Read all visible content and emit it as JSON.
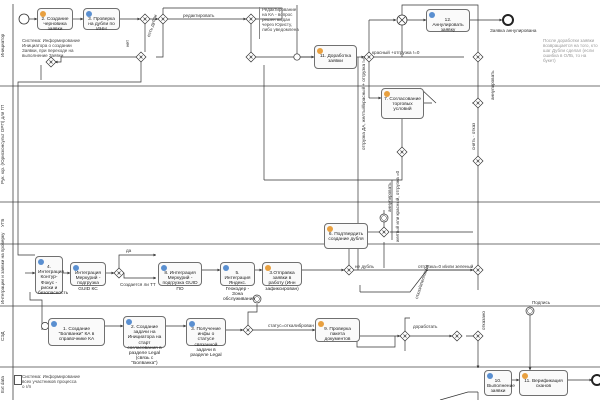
{
  "lanes": [
    {
      "id": "initiator",
      "label": "Инициатор"
    },
    {
      "id": "legal",
      "label": "Рук. юр. (Юрисконсульт ОРП) для ГП"
    },
    {
      "id": "ugb",
      "label": "УГБ"
    },
    {
      "id": "integr",
      "label": "Интеграции и заявки на проверку"
    },
    {
      "id": "sed",
      "label": "СЭД"
    },
    {
      "id": "ext",
      "label": "Ext data"
    }
  ],
  "tasks": [
    {
      "id": "t1",
      "text": "2. Создание черновика заявки",
      "icon": "user"
    },
    {
      "id": "t2",
      "text": "3. Проверка на дубли по ИНН",
      "icon": "svc"
    },
    {
      "id": "t11",
      "text": "11. Доработка заявки",
      "icon": "user"
    },
    {
      "id": "t12",
      "text": "12. Аннулировать заявку",
      "icon": "svc"
    },
    {
      "id": "t7",
      "text": "7. Согласование торговых условий",
      "icon": "user"
    },
    {
      "id": "t6",
      "text": "6. Подтвердить создание дубля",
      "icon": "user"
    },
    {
      "id": "t4",
      "text": "4. Интеграция Контур-Фокус - риски и безопасность",
      "icon": "svc"
    },
    {
      "id": "t4b",
      "text": "Интеграция Меркурий - подгрузка GUID КС",
      "icon": "svc"
    },
    {
      "id": "t8",
      "text": "8. Интеграция Меркурий - подгрузка GUID ПО",
      "icon": "svc"
    },
    {
      "id": "t5",
      "text": "5. Интеграция Яндекс. Геокодер - Зона обслуживания",
      "icon": "svc"
    },
    {
      "id": "t3",
      "text": "3.Отправка заявки в работу (Инн зафиксирован)",
      "icon": "user"
    },
    {
      "id": "t1s",
      "text": "1. Создание \"Болванки\" КА в справочнике КА",
      "icon": "svc"
    },
    {
      "id": "t2s",
      "text": "2. Создание задачи на Инициатора на старт согласования в разделе Legal (связь с \"Болванка\")",
      "icon": "svc"
    },
    {
      "id": "t3s",
      "text": "3. Получение инфы о статусе связанной задачи в разделе Legal",
      "icon": "svc"
    },
    {
      "id": "t9",
      "text": "9. Проверка пакета документов",
      "icon": "user"
    },
    {
      "id": "t10",
      "text": "10. Выполнение заявки",
      "icon": "svc"
    },
    {
      "id": "t11b",
      "text": "11. Верификация сканов",
      "icon": "user"
    }
  ],
  "notes": [
    {
      "id": "n_init",
      "text": "Система: Информирование Инициатора о создании Заявки, при переходе на выполнение Заявки"
    },
    {
      "id": "n_edit",
      "text": "Редактирование на КА - вопрос решен выдан через Юристу, либо уведомлена"
    },
    {
      "id": "n_gray",
      "text": "После доработки заявки возвращается на того, кто шаг Дубли сделал (если ошибка в ОЛБ, то на букет)"
    },
    {
      "id": "n_ext",
      "text": "Система: Информирование всех участников процесса о г/п"
    }
  ],
  "flow_labels": [
    {
      "id": "fl_edit",
      "text": "редактировать"
    },
    {
      "id": "fl_dub",
      "text": "есть дубли"
    },
    {
      "id": "fl_net",
      "text": "нет"
    },
    {
      "id": "fl_red",
      "text": "красный +отгрузка !=0"
    },
    {
      "id": "fl_cancel",
      "text": "Заявка аннулирована"
    },
    {
      "id": "fl_da",
      "text": "да"
    },
    {
      "id": "fl_sozd",
      "text": "Создается ли ТТ"
    },
    {
      "id": "fl_nedubl",
      "text": "не дубль"
    },
    {
      "id": "fl_otgr",
      "text": "отгрузка=0 и/или зеленый"
    },
    {
      "id": "fl_stat",
      "text": "статус=откалиброван"
    },
    {
      "id": "fl_dorab",
      "text": "доработать"
    },
    {
      "id": "fl_pod",
      "text": "Подпись"
    },
    {
      "id": "fl_v1",
      "text": "отгрузка ДА, желтый/красный + отгрузка !=0"
    },
    {
      "id": "fl_v2",
      "text": "снять · отказ"
    },
    {
      "id": "fl_v3",
      "text": "аннулировать"
    },
    {
      "id": "fl_v4",
      "text": "желтый или красный, отгрузка =0"
    },
    {
      "id": "fl_v5",
      "text": "аннулировать"
    },
    {
      "id": "fl_v6",
      "text": "отказ/апелляция"
    },
    {
      "id": "fl_v7",
      "text": "отказано"
    }
  ]
}
